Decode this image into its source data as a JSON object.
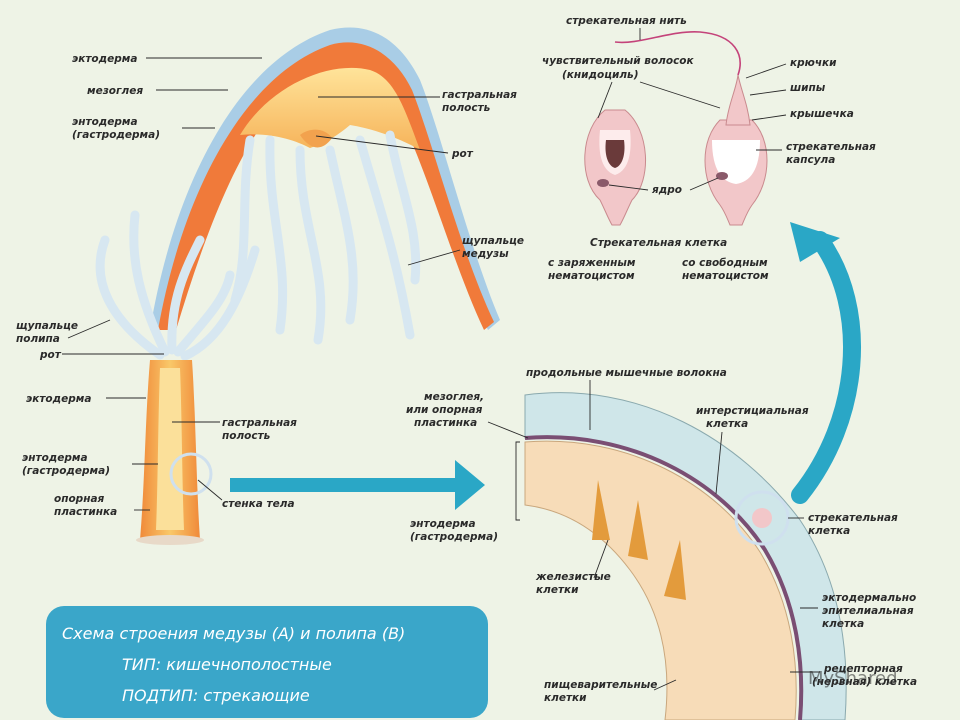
{
  "labels": {
    "medusa_ectoderm": "эктодерма",
    "medusa_mesoglea": "мезоглея",
    "medusa_entoderm_1": "энтодерма",
    "medusa_entoderm_2": "(гастродерма)",
    "medusa_cavity_1": "гастральная",
    "medusa_cavity_2": "полость",
    "medusa_mouth": "рот",
    "medusa_tentacle_1": "щупальце",
    "medusa_tentacle_2": "медузы",
    "polyp_tentacle_1": "щупальце",
    "polyp_tentacle_2": "полипа",
    "polyp_mouth": "рот",
    "polyp_ectoderm": "эктодерма",
    "polyp_cavity_1": "гастральная",
    "polyp_cavity_2": "полость",
    "polyp_entoderm_1": "энтодерма",
    "polyp_entoderm_2": "(гастродерма)",
    "polyp_plate_1": "опорная",
    "polyp_plate_2": "пластинка",
    "body_wall": "стенка тела",
    "cnido_thread": "стрекательная нить",
    "cnido_hair_1": "чувствительный волосок",
    "cnido_hair_2": "(книдоциль)",
    "cnido_hooks": "крючки",
    "cnido_spines": "шипы",
    "cnido_lid": "крышечка",
    "cnido_capsule_1": "стрекательная",
    "cnido_capsule_2": "капсула",
    "cnido_nucleus": "ядро",
    "cnido_title": "Стрекательная клетка",
    "cnido_loaded_1": "с заряженным",
    "cnido_loaded_2": "нематоцистом",
    "cnido_free_1": "со свободным",
    "cnido_free_2": "нематоцистом",
    "wall_muscle": "продольные мышечные волокна",
    "wall_mesoglea_1": "мезоглея,",
    "wall_mesoglea_2": "или опорная",
    "wall_mesoglea_3": "пластинка",
    "wall_interstitial_1": "интерстициальная",
    "wall_interstitial_2": "клетка",
    "wall_cnidocyte_1": "стрекательная",
    "wall_cnidocyte_2": "клетка",
    "wall_entoderm_1": "энтодерма",
    "wall_entoderm_2": "(гастродерма)",
    "wall_glandular_1": "железистые",
    "wall_glandular_2": "клетки",
    "wall_epithelial_1": "эктодермально",
    "wall_epithelial_2": "эпителиальная",
    "wall_epithelial_3": "клетка",
    "wall_digestive_1": "пищеварительные",
    "wall_digestive_2": "клетки",
    "wall_receptor_1": "рецепторная",
    "wall_receptor_2": "(нервная) клетка"
  },
  "caption": {
    "line1": "Схема строения медузы (А) и полипа (В)",
    "line2": "ТИП: кишечнополостные",
    "line3": "ПОДТИП: стрекающие"
  },
  "watermark": "MyShared",
  "colors": {
    "background": "#eef3e6",
    "ectoderm_blue": "#a9cde6",
    "mesoglea_orange": "#f07a3a",
    "entoderm_yellow": "#f7c472",
    "tentacle": "#d7e7f1",
    "arrow": "#2aa7c6",
    "caption_box": "#3aa6c9",
    "cell_pink": "#f2c7c9"
  }
}
